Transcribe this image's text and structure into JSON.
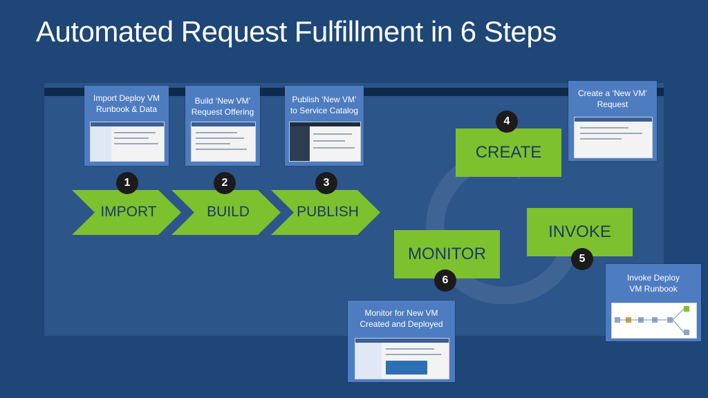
{
  "title": "Automated Request Fulfillment in 6 Steps",
  "steps": [
    {
      "number": "1",
      "label": "IMPORT",
      "card": "Import Deploy VM Runbook & Data"
    },
    {
      "number": "2",
      "label": "BUILD",
      "card": "Build ‘New VM’ Request Offering"
    },
    {
      "number": "3",
      "label": "PUBLISH",
      "card": "Publish ‘New VM’ to Service Catalog"
    },
    {
      "number": "4",
      "label": "CREATE",
      "card": "Create  a  ‘New VM’ Request"
    },
    {
      "number": "5",
      "label": "INVOKE",
      "card": "Invoke Deploy VM Runbook"
    },
    {
      "number": "6",
      "label": "MONITOR",
      "card": "Monitor for New VM Created and Deployed"
    }
  ],
  "colors": {
    "background": "#1e4677",
    "panel": "#2c5589",
    "card": "#4e7cc0",
    "step_green": "#7dc12e",
    "badge": "#1b1b1b",
    "label_text": "#1b3a61"
  }
}
